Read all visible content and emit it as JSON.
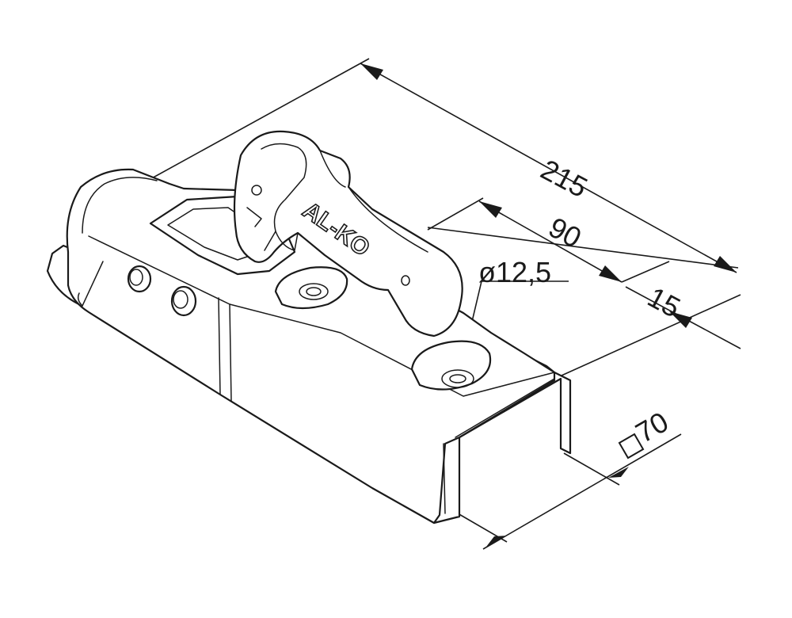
{
  "dimensions": {
    "overall_length": "215",
    "hole_spacing": "90",
    "hole_diameter": "ø12,5",
    "edge_offset": "15",
    "square_size": "70"
  },
  "brand_label": "AL-KO",
  "icons": {
    "square_symbol": "square-profile-icon"
  },
  "colors": {
    "line": "#1a1a1a",
    "background": "#ffffff"
  }
}
